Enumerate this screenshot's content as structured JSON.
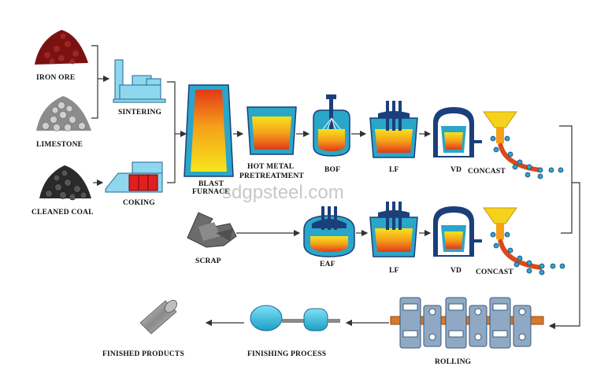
{
  "labels": {
    "iron_ore": "IRON ORE",
    "limestone": "LIMESTONE",
    "cleaned_coal": "CLEANED COAL",
    "sintering": "SINTERING",
    "coking": "COKING",
    "blast_furnace_1": "BLAST",
    "blast_furnace_2": "FURNACE",
    "hot_metal_1": "HOT METAL",
    "hot_metal_2": "PRETREATMENT",
    "bof": "BOF",
    "lf_top": "LF",
    "vd_top": "VD",
    "concast_top": "CONCAST",
    "scrap": "SCRAP",
    "eaf": "EAF",
    "lf_bottom": "LF",
    "vd_bottom": "VD",
    "concast_bottom": "CONCAST",
    "rolling": "ROLLING",
    "finishing_process": "FINISHING PROCESS",
    "finished_products": "FINISHED PRODUCTS"
  },
  "watermark": "sdgpsteel.com",
  "colors": {
    "vessel_outline": "#2aa6c9",
    "vessel_dark": "#1b3f7a",
    "molten_top": "#f7d21c",
    "molten_bottom": "#e8471a",
    "iron_ore": "#7a1212",
    "limestone": "#9a9a9a",
    "coal": "#2a2a2a",
    "rolling_stand": "#8fa9c4",
    "rolling_bar": "#d7782a"
  }
}
